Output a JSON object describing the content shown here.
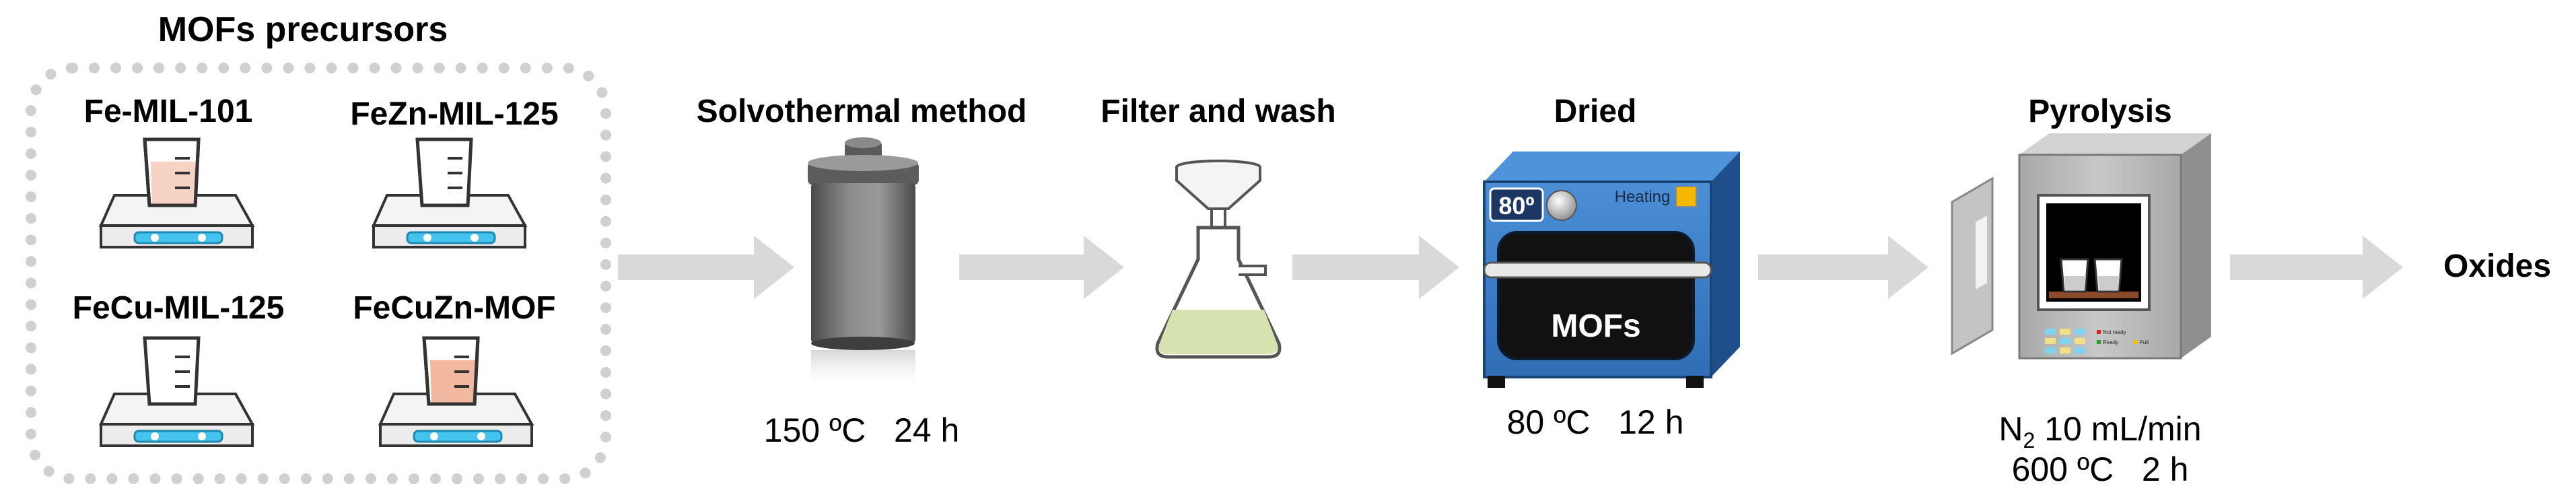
{
  "precursors": {
    "title": "MOFs precursors",
    "items": [
      {
        "label": "Fe-MIL-101",
        "liquid": "#f6d3c4"
      },
      {
        "label": "FeZn-MIL-125",
        "liquid": "#ffffff"
      },
      {
        "label": "FeCu-MIL-125",
        "liquid": "#ffffff"
      },
      {
        "label": "FeCuZn-MOF",
        "liquid": "#f3b8a0"
      }
    ]
  },
  "steps": {
    "solvothermal": {
      "label": "Solvothermal method",
      "conditions": "150 ºC   24 h"
    },
    "filter": {
      "label": "Filter and wash"
    },
    "dried": {
      "label": "Dried",
      "conditions": "80 ºC   12 h",
      "display": "80º",
      "heating": "Heating",
      "window_text": "MOFs"
    },
    "pyrolysis": {
      "label": "Pyrolysis",
      "gas": "N",
      "gas_sub": "2",
      "flow": " 10 mL/min",
      "conditions2": "600 ºC   2 h",
      "panel_labels": [
        "Not ready",
        "Ready",
        "Full"
      ]
    },
    "oxides": {
      "label": "Oxides"
    }
  },
  "colors": {
    "arrow": "#d9d9d9",
    "dashed_border": "#d0d0d0",
    "oven_blue": "#3a7cc8",
    "oven_dark": "#1f4f8a",
    "furnace_gray": "#b8b8b8",
    "stir_plate_light": "#44c3ee"
  }
}
